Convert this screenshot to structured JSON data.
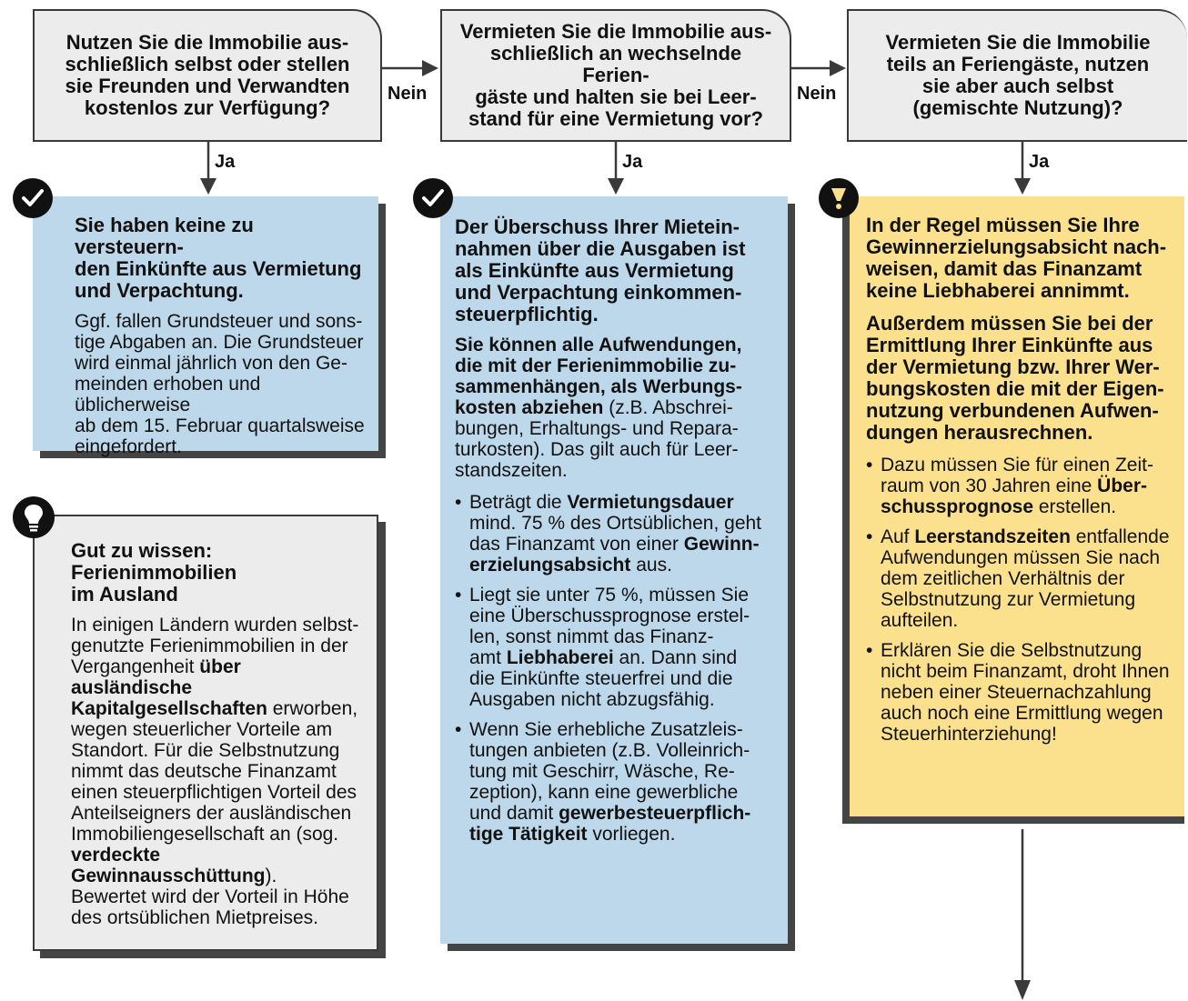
{
  "questions": [
    "Nutzen Sie die Immobilie aus-\nschließlich selbst oder stellen\nsie Freunden und Verwandten\nkostenlos zur Verfügung?",
    "Vermieten Sie die Immobilie aus-\nschließlich an wechselnde Ferien-\ngäste und halten sie bei Leer-\nstand für eine Vermietung vor?",
    "Vermieten Sie die Immobilie\nteils an Feriengäste, nutzen\nsie aber auch selbst\n(gemischte Nutzung)?"
  ],
  "labels": {
    "yes": "Ja",
    "no": "Nein"
  },
  "icons": {
    "check": "checkmark-icon",
    "warning": "warning-icon",
    "tip": "lightbulb-icon"
  },
  "colors": {
    "blue": "#bdd8ea",
    "yellow": "#fbe18e",
    "gray": "#ececec"
  },
  "box1": {
    "heading": "Sie haben keine zu versteuern-\nden Einkünfte aus Vermietung\nund Verpachtung.",
    "text": "Ggf. fallen Grundsteuer und sons-\ntige Abgaben an. Die Grundsteuer\nwird einmal jährlich von den Ge-\nmeinden erhoben und üblicherweise\nab dem 15. Februar quartalsweise\neingefordert."
  },
  "tip": {
    "heading": "Gut zu wissen: Ferienimmobilien\nim Ausland",
    "p1": "In einigen Ländern wurden selbst-\ngenutzte Ferienimmobilien in der\nVergangenheit ",
    "b1": "über ausländische\nKapitalgesellschaften",
    "p2": " erworben,\nwegen steuerlicher Vorteile am\nStandort. Für die Selbstnutzung\nnimmt das deutsche Finanzamt\neinen steuerpflichtigen Vorteil des\nAnteilseigners der ausländischen\nImmobiliengesellschaft an (sog.\n",
    "b2": "verdeckte Gewinnausschüttung",
    "p3": ").\nBewertet wird der Vorteil in Höhe\ndes ortsüblichen Mietpreises."
  },
  "box2": {
    "heading": "Der Überschuss Ihrer Mietein-\nnahmen über die Ausgaben ist\nals Einkünfte aus Vermietung\nund Verpachtung einkommen-\nsteuerpflichtig.",
    "b_intro": "Sie können alle Aufwendungen,\ndie mit der Ferienimmobilie zu-\nsammenhängen, als Werbungs-\nkosten abziehen",
    "t_intro": " (z.B. Abschrei-\nbungen, Erhaltungs- und Repara-\nturkosten). Das gilt auch für Leer-\nstandszeiten.",
    "bullet1": {
      "t1": "Beträgt die ",
      "b1": "Vermietungsdauer",
      "t2": "\nmind. 75 % des Ortsüblichen, geht\ndas Finanzamt von einer ",
      "b2": "Gewinn-\nerzielungsabsicht",
      "t3": " aus."
    },
    "bullet2": {
      "t1": "Liegt sie unter 75 %, müssen Sie\neine Überschussprognose erstel-\nlen, sonst nimmt das Finanz-\namt ",
      "b1": "Liebhaberei",
      "t2": " an. Dann sind\ndie Einkünfte steuerfrei und die\nAusgaben nicht abzugsfähig."
    },
    "bullet3": {
      "t1": "Wenn Sie erhebliche Zusatzleis-\ntungen anbieten (z.B. Volleinrich-\ntung mit Geschirr, Wäsche, Re-\nzeption), kann eine gewerbliche\nund damit ",
      "b1": "gewerbesteuerpflich-\ntige Tätigkeit",
      "t2": " vorliegen."
    }
  },
  "box3": {
    "heading": "In der Regel müssen Sie Ihre\nGewinnerzielungsabsicht nach-\nweisen, damit das Finanzamt\nkeine Liebhaberei annimmt.",
    "heading2": "Außerdem müssen Sie bei der\nErmittlung Ihrer Einkünfte aus\nder Vermietung bzw. Ihrer Wer-\nbungskosten die mit der Eigen-\nnutzung verbundenen Aufwen-\ndungen herausrechnen.",
    "bullet1": {
      "t1": "Dazu müssen Sie für einen Zeit-\nraum von 30 Jahren eine ",
      "b1": "Über-\nschussprognose",
      "t2": " erstellen."
    },
    "bullet2": {
      "t1": "Auf ",
      "b1": "Leerstandszeiten",
      "t2": " entfallende\nAufwendungen müssen Sie nach\ndem zeitlichen Verhältnis der\nSelbstnutzung zur Vermietung\naufteilen."
    },
    "bullet3": {
      "t1": "Erklären Sie die Selbstnutzung\nnicht beim Finanzamt, droht Ihnen\nneben einer Steuernachzahlung\nauch noch eine Ermittlung wegen\nSteuerhinterziehung!"
    }
  }
}
